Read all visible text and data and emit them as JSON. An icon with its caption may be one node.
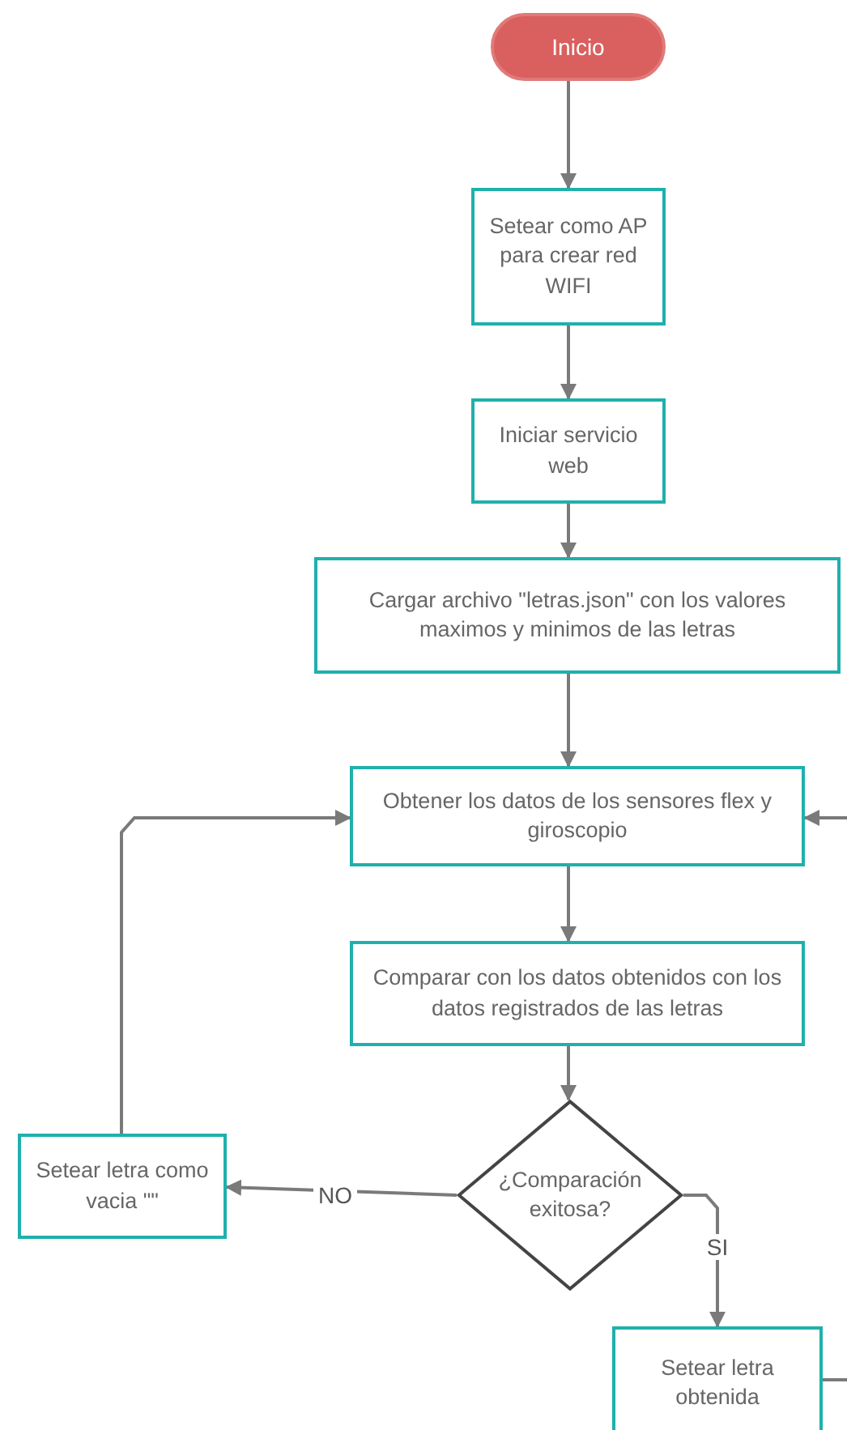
{
  "diagram": {
    "nodes": [
      {
        "text": [
          "Inicio"
        ]
      },
      {
        "text": [
          "Setear como AP para crear red WIFI"
        ]
      },
      {
        "text": [
          "Iniciar servicio web"
        ]
      },
      {
        "text": [
          "Cargar archivo \"letras.json\" con los valores maximos y minimos de las letras"
        ]
      },
      {
        "text": [
          "Obtener los datos de los sensores flex y giroscopio"
        ]
      },
      {
        "text": [
          "Comparar con los datos obtenidos con los datos registrados de las letras"
        ]
      },
      {
        "text": [
          "¿Comparación exitosa?"
        ]
      },
      {
        "text": [
          "Setear letra como vacia \"\""
        ]
      },
      {
        "text": [
          "Setear letra obtenida"
        ]
      }
    ],
    "edges": [
      {
        "from": 0,
        "to": 1,
        "arrow": "to"
      },
      {
        "from": 1,
        "to": 2,
        "arrow": "to"
      },
      {
        "from": 2,
        "to": 3,
        "arrow": "to"
      },
      {
        "from": 3,
        "to": 4,
        "arrow": "to"
      },
      {
        "from": 4,
        "to": 5,
        "arrow": "to"
      },
      {
        "from": 5,
        "to": 6,
        "arrow": "to"
      },
      {
        "from": 6,
        "to": 7,
        "arrow": "to",
        "label": "NO"
      },
      {
        "from": 6,
        "to": 8,
        "arrow": "to",
        "label": "SI"
      },
      {
        "from": 7,
        "to": 4,
        "arrow": "to"
      },
      {
        "from": 8,
        "to": 4,
        "arrow": "to"
      }
    ]
  }
}
